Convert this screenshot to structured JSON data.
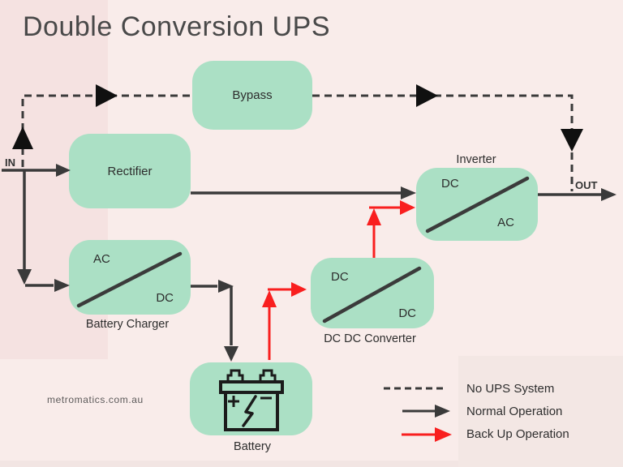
{
  "title": "Double Conversion UPS",
  "watermark": "metromatics.com.au",
  "labels": {
    "in": "IN",
    "out": "OUT"
  },
  "nodes": {
    "bypass": {
      "label": "Bypass"
    },
    "rectifier": {
      "label": "Rectifier"
    },
    "battery_charger": {
      "label": "Battery Charger",
      "input": "AC",
      "output": "DC"
    },
    "inverter": {
      "label": "Inverter",
      "input": "DC",
      "output": "AC"
    },
    "dc_dc_converter": {
      "label": "DC DC Converter",
      "input": "DC",
      "output": "DC"
    },
    "battery": {
      "label": "Battery"
    }
  },
  "legend": {
    "items": [
      {
        "label": "No UPS System",
        "style": "dashed-line",
        "color": "#3a3a3a"
      },
      {
        "label": "Normal Operation",
        "style": "solid-arrow",
        "color": "#3a3a3a"
      },
      {
        "label": "Back Up Operation",
        "style": "solid-arrow",
        "color": "#f91f1f"
      }
    ]
  },
  "colors": {
    "background": "#f9ecea",
    "node_fill": "#abe0c5",
    "line_dark": "#3a3a3a",
    "line_backup": "#f91f1f"
  }
}
